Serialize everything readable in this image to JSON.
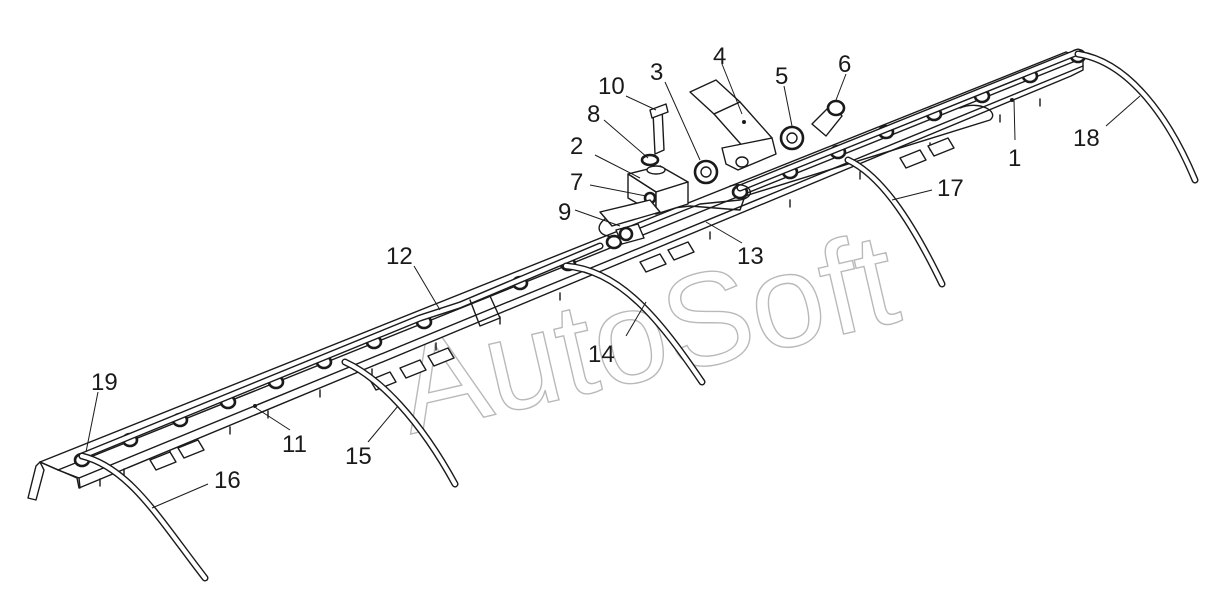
{
  "watermark": "AutoSoft",
  "callouts": [
    "1",
    "2",
    "3",
    "4",
    "5",
    "6",
    "7",
    "8",
    "9",
    "10",
    "11",
    "12",
    "13",
    "14",
    "15",
    "16",
    "17",
    "18",
    "19"
  ]
}
